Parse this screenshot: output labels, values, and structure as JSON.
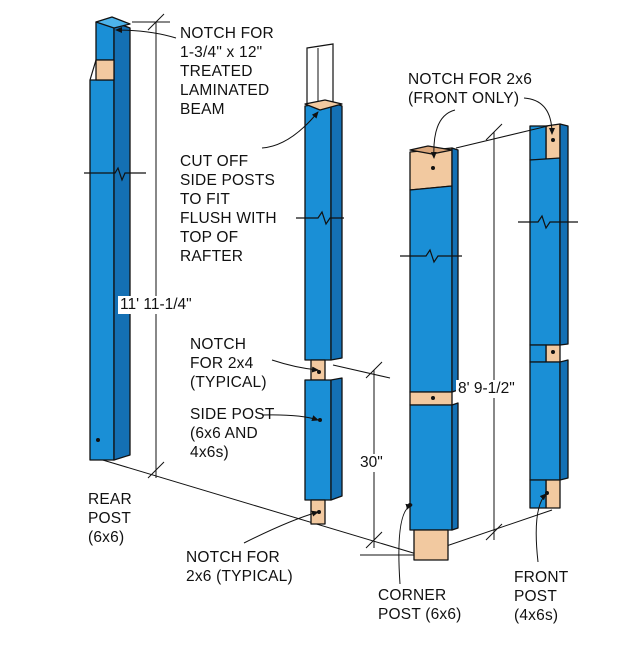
{
  "colors": {
    "post_front": "#1a8fd6",
    "post_side": "#1470b4",
    "post_top": "#4db3ea",
    "wood_face": "#f2c9a0",
    "wood_side": "#dba77c",
    "outline": "#111111"
  },
  "labels": {
    "notch_beam": "NOTCH FOR\n1-3/4\" x 12\"\nTREATED\nLAMINATED\nBEAM",
    "cut_off": "CUT OFF\nSIDE POSTS\nTO FIT\nFLUSH WITH\nTOP OF\nRAFTER",
    "notch_2x6_front": "NOTCH FOR 2x6\n(FRONT ONLY)",
    "notch_2x4": "NOTCH\nFOR 2x4\n(TYPICAL)",
    "side_post": "SIDE POST\n(6x6 AND\n4x6s)",
    "rear_post": "REAR\nPOST\n(6x6)",
    "notch_2x6_typical": "NOTCH FOR\n2x6 (TYPICAL)",
    "corner_post": "CORNER\nPOST (6x6)",
    "front_post": "FRONT\nPOST\n(4x6s)"
  },
  "dimensions": {
    "rear_height": "11' 11-1/4\"",
    "front_height": "8' 9-1/2\"",
    "notch_height": "30\""
  }
}
